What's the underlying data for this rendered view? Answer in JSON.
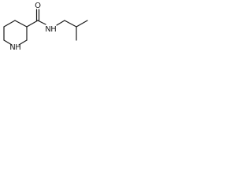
{
  "molecule": {
    "atoms": {
      "oxygen": "O",
      "amide_nitrogen": "N",
      "amide_hydrogen": "H",
      "ring_nitrogen": "N",
      "ring_hydrogen": "H"
    },
    "colors": {
      "bond": "#1a1a1a",
      "label": "#1a1a1a",
      "background": "#ffffff"
    }
  }
}
